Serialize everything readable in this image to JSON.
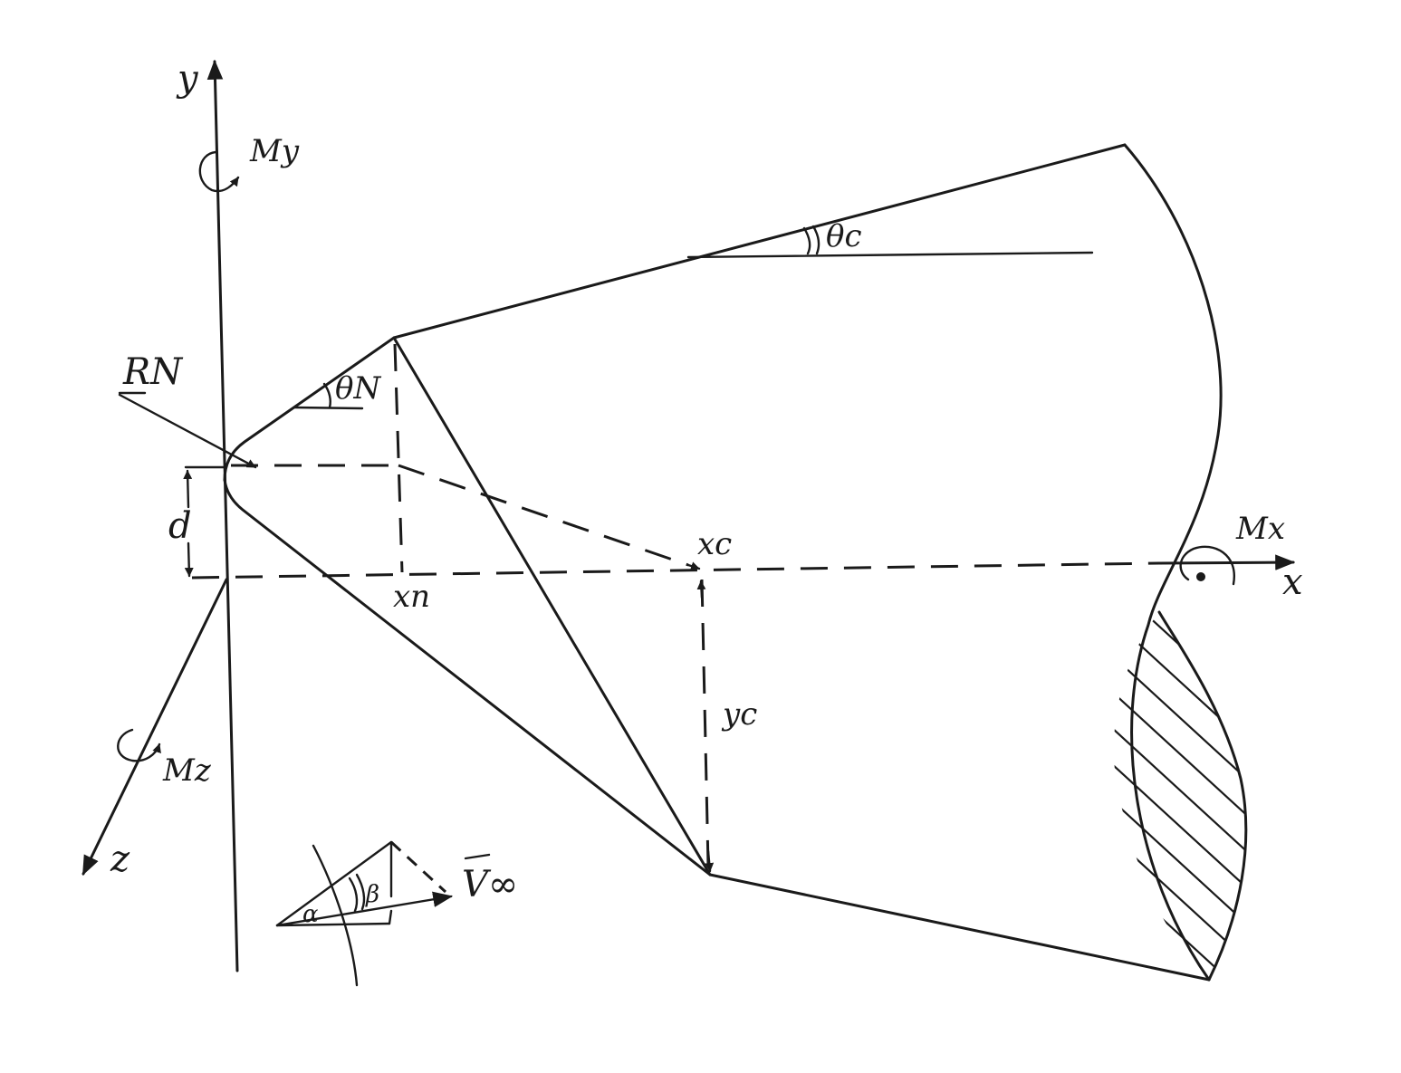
{
  "labels": {
    "y_axis": "y",
    "x_axis": "x",
    "z_axis": "z",
    "moment_y": "My",
    "moment_x": "Mx",
    "moment_z": "Mz",
    "nose_radius": "RN",
    "nose_angle": "θN",
    "cone_angle": "θc",
    "offset_d": "d",
    "x_n": "xп",
    "x_c": "xc",
    "y_c": "yc",
    "alpha": "α",
    "beta": "β",
    "velocity": "V∞"
  },
  "colors": {
    "ink": "#1a1a1a",
    "paper": "#ffffff"
  }
}
